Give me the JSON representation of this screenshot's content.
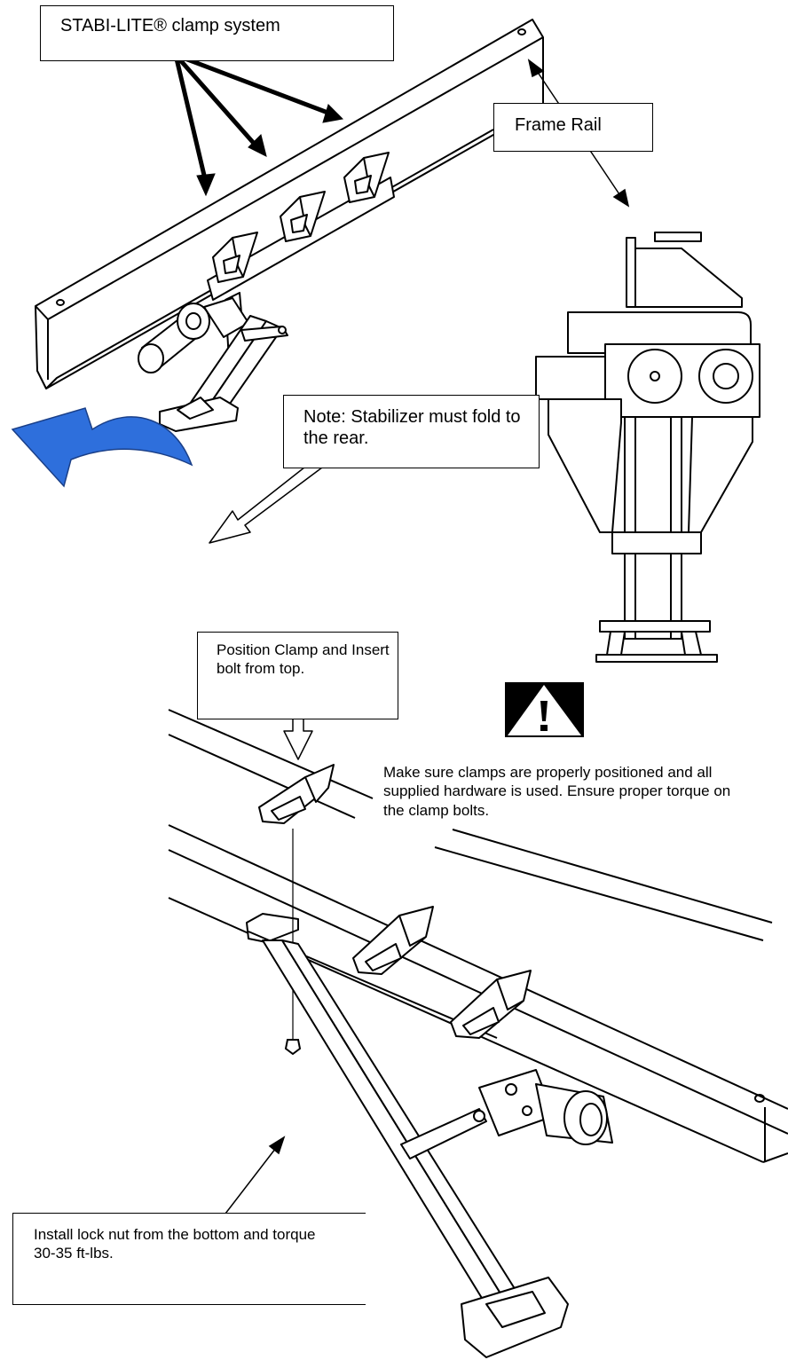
{
  "callouts": {
    "clamp_system": "STABI-LITE® clamp system",
    "frame_rail": "Frame Rail",
    "fold_note": "Note: Stabilizer must fold to the rear.",
    "position_clamp": "Position Clamp and Insert bolt from top.",
    "lock_nut": "Install lock nut from the bottom and torque 30-35 ft-lbs."
  },
  "instructions": {
    "clamp_torque": "Make sure clamps are properly positioned and all supplied hardware is used.  Ensure proper torque on the clamp bolts."
  },
  "icons": {
    "warning": "warning-triangle-icon",
    "rotate_arrow": "curved-arrow-icon",
    "rotate_arrow_color": "#2e6fdc"
  }
}
